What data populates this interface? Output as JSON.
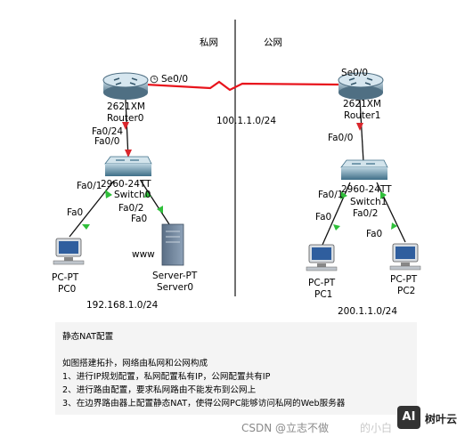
{
  "zones": {
    "private": "私网",
    "public": "公网"
  },
  "devices": {
    "router0": {
      "model": "2621XM",
      "name": "Router0"
    },
    "router1": {
      "model": "2621XM",
      "name": "Router1"
    },
    "switch0": {
      "model": "2960-24TT",
      "name": "Switch0"
    },
    "switch1": {
      "model": "2960-24TT",
      "name": "Switch1"
    },
    "pc0": {
      "type": "PC-PT",
      "name": "PC0"
    },
    "pc1": {
      "type": "PC-PT",
      "name": "PC1"
    },
    "pc2": {
      "type": "PC-PT",
      "name": "PC2"
    },
    "server0": {
      "type": "Server-PT",
      "name": "Server0",
      "role": "www"
    }
  },
  "ports": {
    "r0_serial": "Se0/0",
    "r1_serial": "Se0/0",
    "r0_fa": "Fa0/0",
    "r0_fa_ghost": "Fa0/24",
    "r1_fa": "Fa0/0",
    "sw0_fa1": "Fa0/1",
    "sw0_fa2": "Fa0/2",
    "sw1_fa1": "Fa0/1",
    "sw1_fa2": "Fa0/2",
    "pc0_fa": "Fa0",
    "server0_fa": "Fa0",
    "pc1_fa": "Fa0",
    "pc2_fa": "Fa0"
  },
  "networks": {
    "wan": "100.1.1.0/24",
    "private_lan": "192.168.1.0/24",
    "public_lan": "200.1.1.0/24"
  },
  "notes": {
    "title": "静态NAT配置",
    "intro": "如图搭建拓扑，网络由私网和公网构成",
    "step1": "1、进行IP规划配置，私网配置私有IP，公网配置共有IP",
    "step2": "2、进行路由配置，要求私网路由不能发布到公网上",
    "step3": "3、在边界路由器上配置静态NAT，使得公网PC能够访问私网的Web服务器"
  },
  "watermark": {
    "csdn": "CSDN @立志不做",
    "tail": "的小白",
    "badge": "AI",
    "brand": "树叶云"
  },
  "colors": {
    "serial": "#e8141c",
    "up": "#2fbf3a",
    "down": "#d9262c",
    "copper": "#111111",
    "divider": "#111111"
  }
}
